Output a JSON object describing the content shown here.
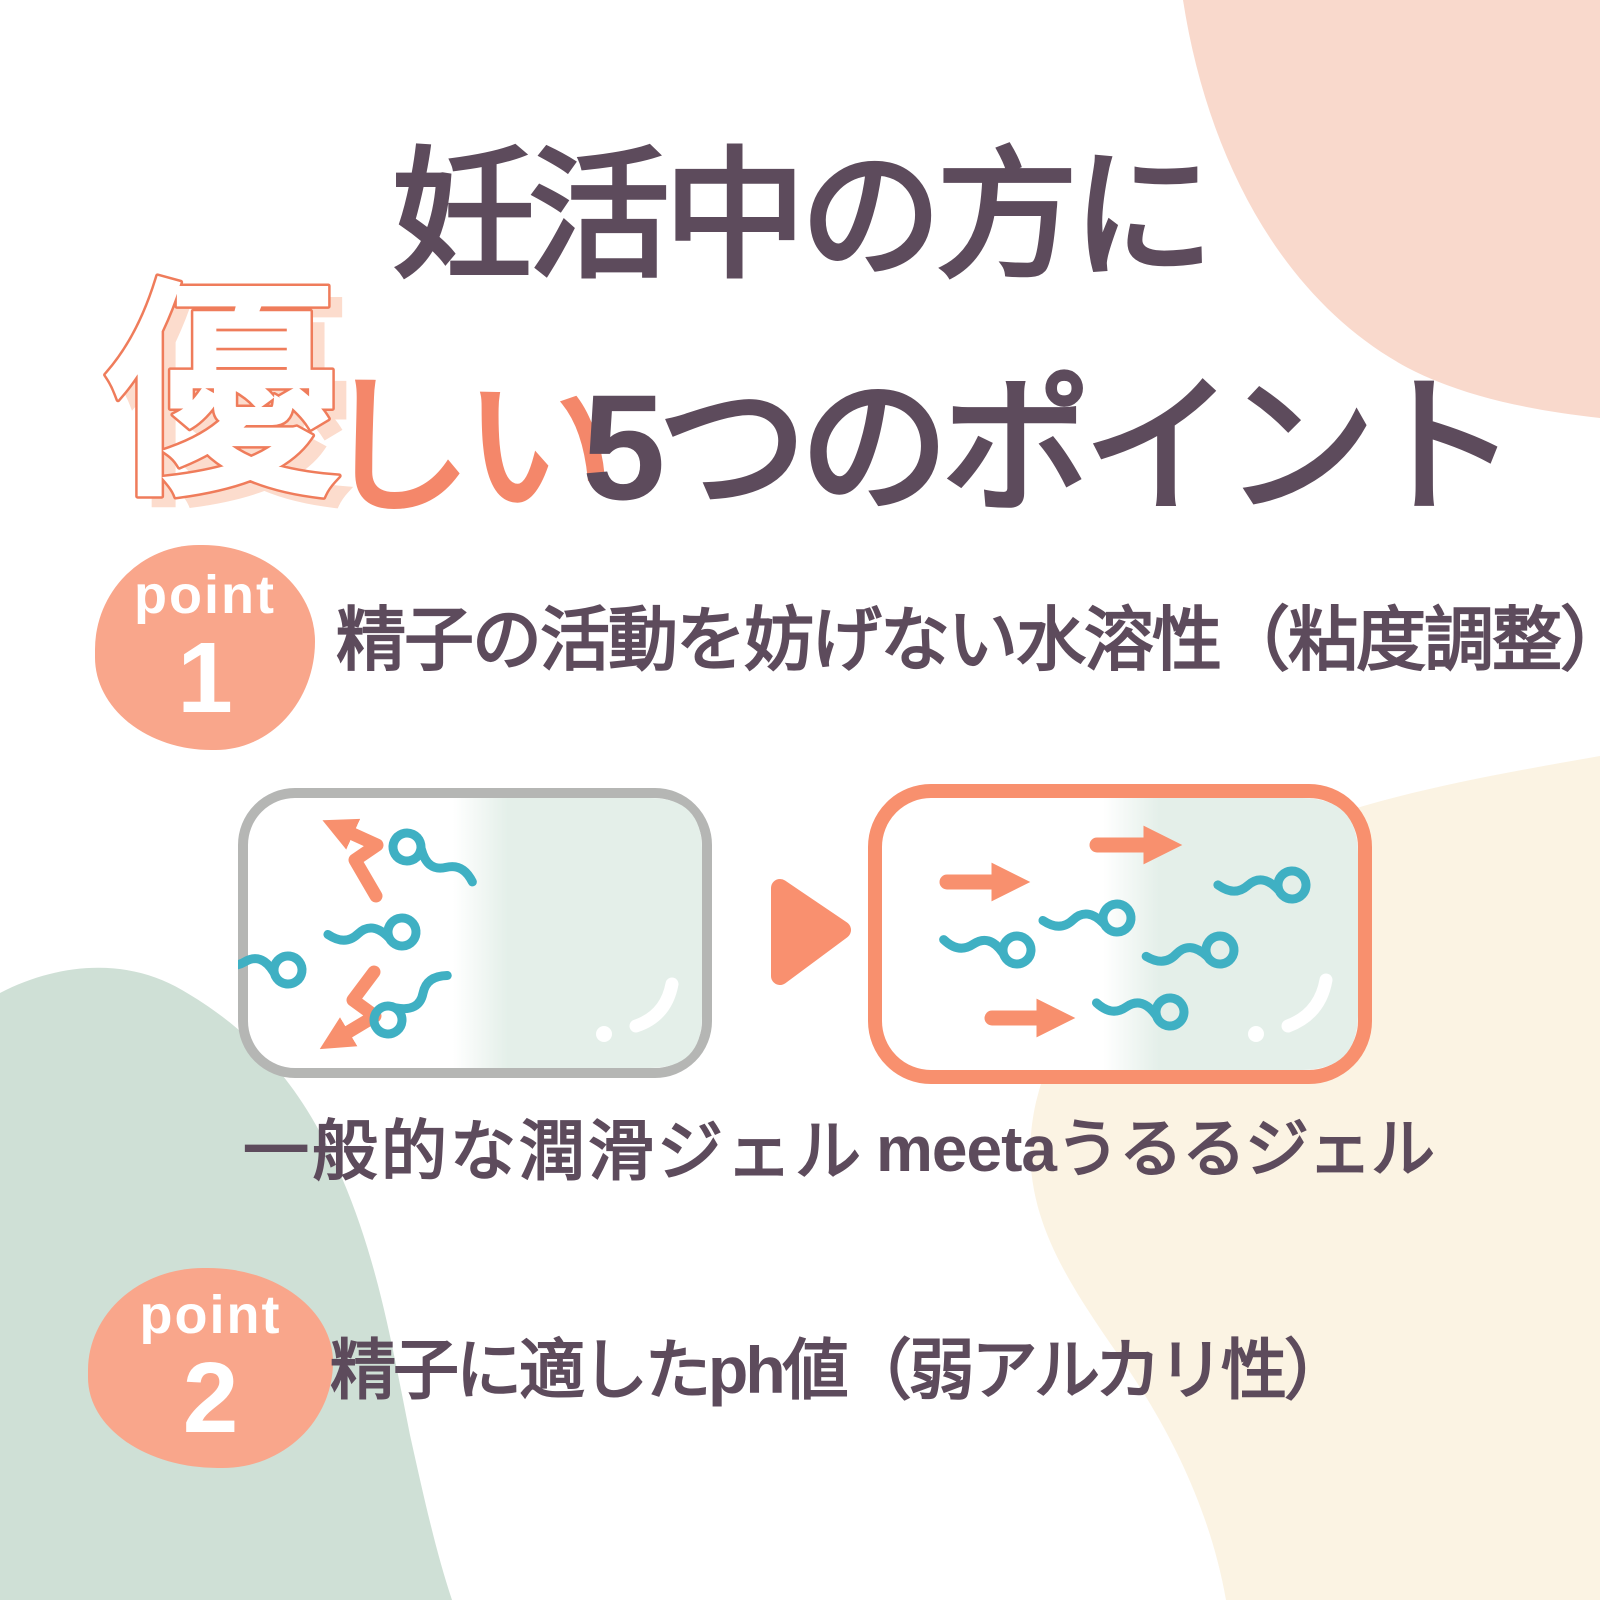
{
  "colors": {
    "text_dark": "#5d4b5c",
    "salmon": "#f8906e",
    "salmon_light": "#f9a68b",
    "pink_blob": "#f9d9cc",
    "cream_blob": "#fbf3e3",
    "green_blob": "#cfe0d6",
    "mint_gel": "#e4efe9",
    "gray_border": "#b5b6b4",
    "teal_sperm": "#3fb0c3"
  },
  "title": {
    "line1": "妊活中の方に",
    "line2": {
      "outlined_char": "優",
      "salmon_part": "しい",
      "dark_part": "5つのポイント"
    }
  },
  "points": [
    {
      "badge_label": "point",
      "badge_number": "1",
      "text": "精子の活動を妨げない水溶性（粘度調整）"
    },
    {
      "badge_label": "point",
      "badge_number": "2",
      "text": "精子に適したph値（弱アルカリ性）"
    }
  ],
  "comparison": {
    "left_label": "一般的な潤滑ジェル",
    "right_label": "meetaうるるジェル"
  }
}
